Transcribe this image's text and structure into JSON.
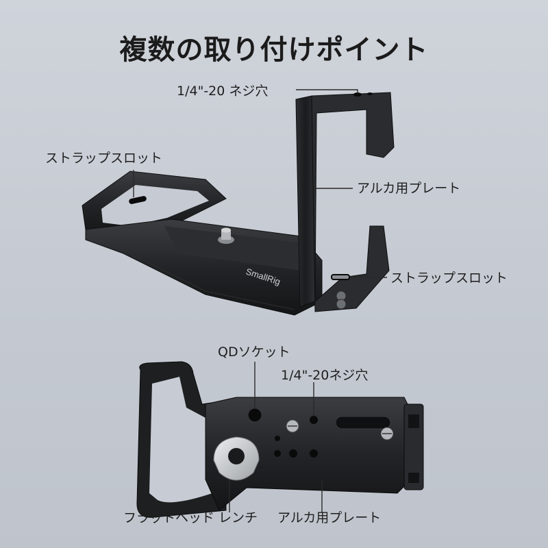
{
  "title": "複数の取り付けポイント",
  "labels": {
    "top_screw_hole": "1/4\"-20 ネジ穴",
    "strap_slot_left": "ストラップスロット",
    "arca_plate_top": "アルカ用プレート",
    "strap_slot_right": "ストラップスロット",
    "qd_socket": "QDソケット",
    "bottom_screw_hole": "1/4\"-20ネジ穴",
    "flat_head_wrench": "フラットヘッド レンチ",
    "arca_plate_bottom": "アルカ用プレート"
  },
  "brand": "SmallRig",
  "colors": {
    "background": "#c9ced6",
    "metal_dark": "#1d1e20",
    "metal_edge": "#3a3c40",
    "wrench": "#c8cacc"
  }
}
